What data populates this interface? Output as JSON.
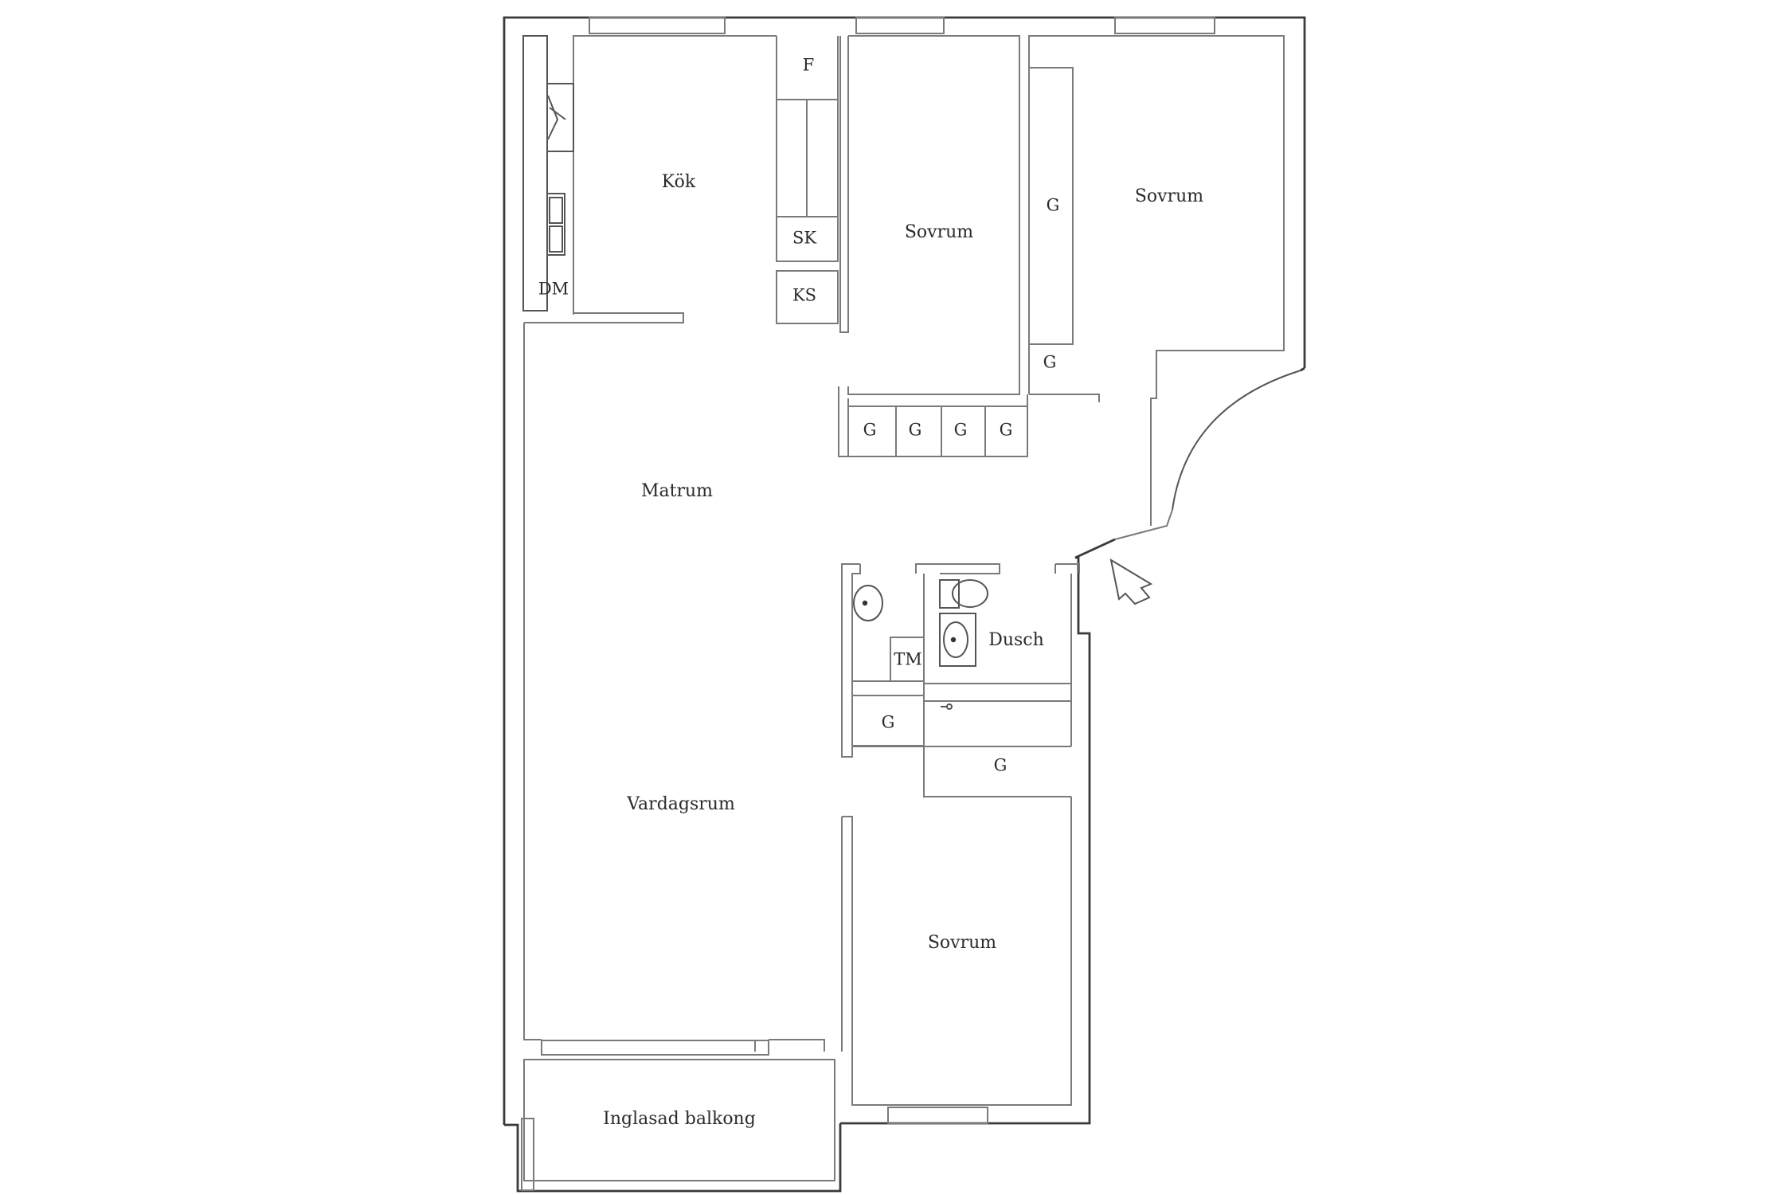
{
  "rooms": {
    "kitchen": "Kök",
    "bedroom_1": "Sovrum",
    "bedroom_2": "Sovrum",
    "bedroom_3": "Sovrum",
    "dining": "Matrum",
    "living": "Vardagsrum",
    "shower": "Dusch",
    "balcony": "Inglasad balkong"
  },
  "fixtures": {
    "fridge": "F",
    "tall_cabinet": "SK",
    "freezer": "KS",
    "dishwasher": "DM",
    "washing_machine": "TM",
    "wardrobe": "G"
  },
  "icons": {
    "entrance": "entrance-arrow-icon",
    "washbasin": "washbasin-icon",
    "toilet": "toilet-icon",
    "kitchen_sink": "kitchen-sink-icon",
    "stove": "stove-icon"
  }
}
